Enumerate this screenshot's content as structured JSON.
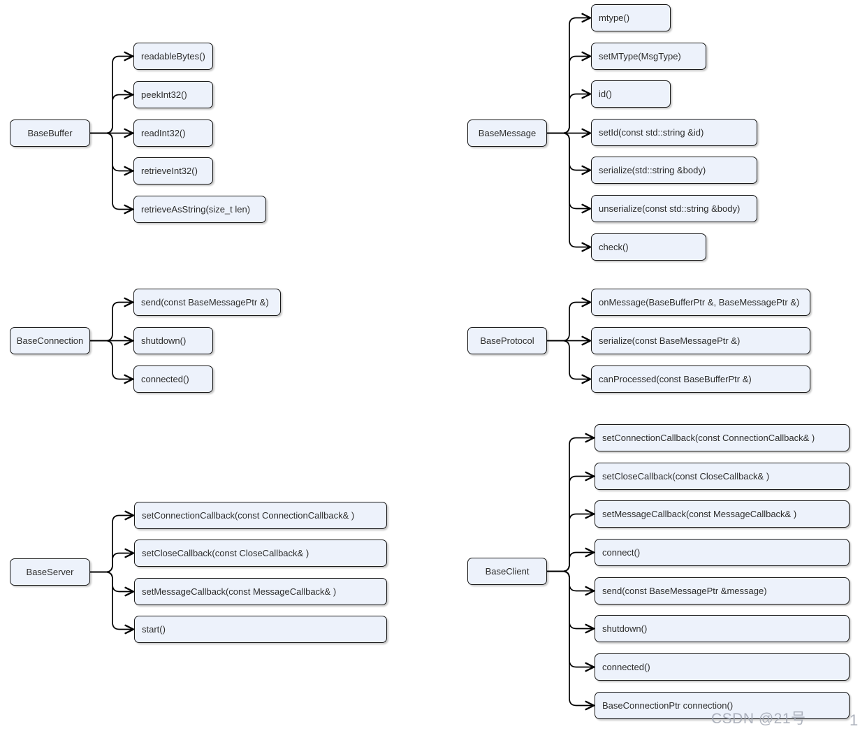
{
  "diagram_title": "",
  "trees": [
    {
      "root": "BaseBuffer",
      "methods": [
        "readableBytes()",
        "peekInt32()",
        "readInt32()",
        "retrieveInt32()",
        "retrieveAsString(size_t len)"
      ]
    },
    {
      "root": "BaseMessage",
      "methods": [
        "mtype()",
        "setMType(MsgType)",
        "id()",
        "setId(const std::string &id)",
        "serialize(std::string &body)",
        "unserialize(const std::string &body)",
        "check()"
      ]
    },
    {
      "root": "BaseConnection",
      "methods": [
        "send(const BaseMessagePtr &)",
        "shutdown()",
        "connected()"
      ]
    },
    {
      "root": "BaseProtocol",
      "methods": [
        "onMessage(BaseBufferPtr &, BaseMessagePtr &)",
        "serialize(const BaseMessagePtr &)",
        "canProcessed(const BaseBufferPtr &)"
      ]
    },
    {
      "root": "BaseServer",
      "methods": [
        "setConnectionCallback(const ConnectionCallback& )",
        "setCloseCallback(const CloseCallback& )",
        "setMessageCallback(const MessageCallback& )",
        "start()"
      ]
    },
    {
      "root": "BaseClient",
      "methods": [
        "setConnectionCallback(const ConnectionCallback& )",
        "setCloseCallback(const CloseCallback& )",
        "setMessageCallback(const MessageCallback& )",
        "connect()",
        "send(const BaseMessagePtr &message)",
        "shutdown()",
        "connected()",
        "BaseConnectionPtr connection()"
      ]
    }
  ],
  "watermark": {
    "text": "CSDN @21号",
    "suffix": "1"
  },
  "colors": {
    "node_fill": "#edf2fb",
    "node_border": "#191919",
    "connector": "#000000",
    "watermark_gray": "#a0a6b1"
  }
}
